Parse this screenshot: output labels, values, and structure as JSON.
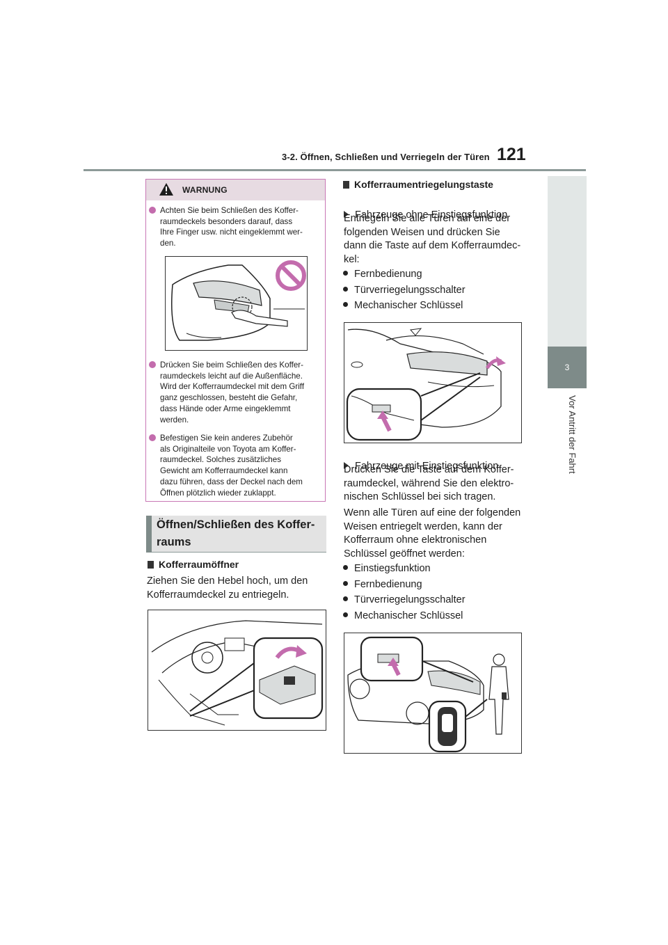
{
  "header": {
    "section_title": "3-2. Öffnen, Schließen und Verriegeln der Türen",
    "page_number": "121"
  },
  "side_tab": {
    "chapter": "3",
    "label": "Vor Antritt der Fahrt"
  },
  "warning": {
    "title": "WARNUNG",
    "items": [
      "Achten Sie beim Schließen des Koffer-\nraumdeckels besonders darauf, dass\nIhre Finger usw. nicht eingeklemmt wer-\nden.",
      "Drücken Sie beim Schließen des Koffer-\nraumdeckels leicht auf die Außenfläche.\nWird der Kofferraumdeckel mit dem Griff\nganz geschlossen, besteht die Gefahr,\ndass Hände oder Arme eingeklemmt\nwerden.",
      "Befestigen Sie kein anderes Zubehör\nals Originalteile von Toyota am Koffer-\nraumdeckel. Solches zusätzliches\nGewicht am Kofferraumdeckel kann\ndazu führen, dass der Deckel nach dem\nÖffnen plötzlich wieder zuklappt."
    ]
  },
  "section": {
    "title": "Öffnen/Schließen des Koffer-\nraums"
  },
  "left": {
    "subheading": "Kofferraumöffner",
    "paragraph": "Ziehen Sie den Hebel hoch, um den\nKofferraumdeckel zu entriegeln."
  },
  "right": {
    "subheading": "Kofferraumentriegelungstaste",
    "case1": "Fahrzeuge ohne Einstiegsfunktion",
    "para1": "Entriegeln Sie alle Türen auf eine der\nfolgenden Weisen und drücken Sie\ndann die Taste auf dem Kofferraumdec-\nkel:",
    "list1": [
      "Fernbedienung",
      "Türverriegelungsschalter",
      "Mechanischer Schlüssel"
    ],
    "case2": "Fahrzeuge mit Einstiegsfunktion",
    "para2": "Drücken Sie die Taste auf dem Koffer-\nraumdeckel, während Sie den elektro-\nnischen Schlüssel bei sich tragen.",
    "para3": "Wenn alle Türen auf eine der folgenden\nWeisen entriegelt werden, kann der\nKofferraum ohne elektronischen\nSchlüssel geöffnet werden:",
    "list2": [
      "Einstiegsfunktion",
      "Fernbedienung",
      "Türverriegelungsschalter",
      "Mechanischer Schlüssel"
    ]
  },
  "colors": {
    "accent_grey": "#7e8b89",
    "warning_pink": "#c36cad",
    "warning_bg": "#e7dbe2"
  }
}
